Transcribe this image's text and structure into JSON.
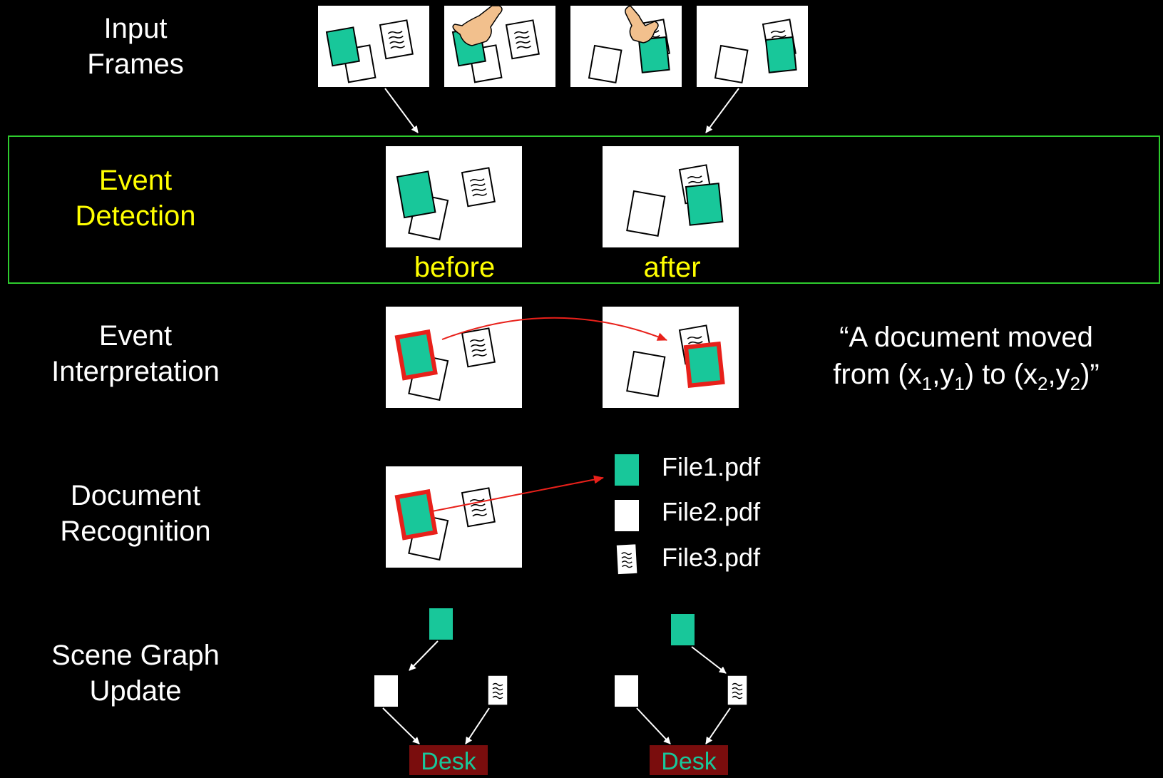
{
  "stages": {
    "input_frames": [
      "Input",
      "Frames"
    ],
    "event_detection": [
      "Event",
      "Detection"
    ],
    "event_interpretation": [
      "Event",
      "Interpretation"
    ],
    "document_recognition": [
      "Document",
      "Recognition"
    ],
    "scene_graph_update": [
      "Scene Graph",
      "Update"
    ]
  },
  "captions": {
    "before": "before",
    "after": "after"
  },
  "interpretation_quote": {
    "line1": "“A document moved",
    "line2_prefix": "from (x",
    "sub1a": "1",
    "mid1": ",y",
    "sub1b": "1",
    "mid2": ") to (x",
    "sub2a": "2",
    "mid3": ",y",
    "sub2b": "2",
    "suffix": ")”"
  },
  "files": [
    "File1.pdf",
    "File2.pdf",
    "File3.pdf"
  ],
  "desk_label": "Desk",
  "colors": {
    "document_green": "#18c79a",
    "highlight_red": "#e8201a",
    "detect_border": "#2ecc2e",
    "desk_bg": "#7a0d0d"
  }
}
